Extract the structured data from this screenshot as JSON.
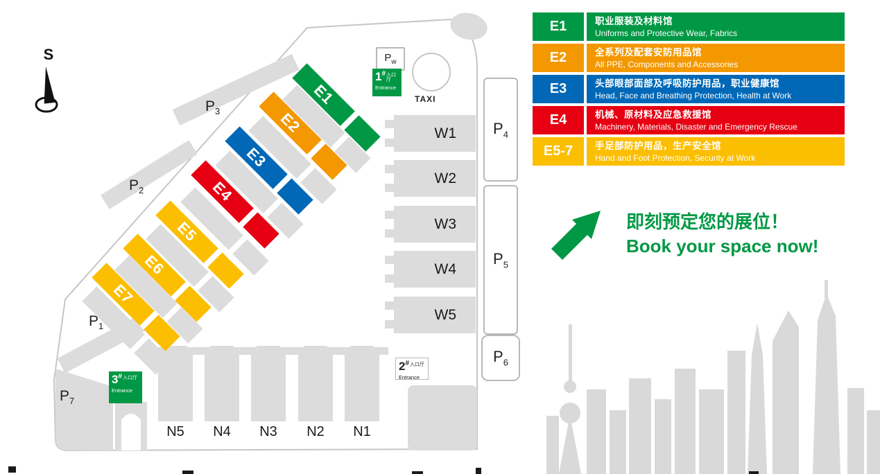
{
  "compass": {
    "label": "S"
  },
  "colors": {
    "green": "#009844",
    "orange": "#f39800",
    "blue": "#0068b7",
    "red": "#e60012",
    "yellow": "#fbbe00",
    "gray": "#dcdcdc"
  },
  "halls_e": [
    {
      "label": "E1",
      "color": "#009844"
    },
    {
      "label": "E2",
      "color": "#f39800"
    },
    {
      "label": "E3",
      "color": "#0068b7"
    },
    {
      "label": "E4",
      "color": "#e60012"
    },
    {
      "label": "E5",
      "color": "#fbbe00"
    },
    {
      "label": "E6",
      "color": "#fbbe00"
    },
    {
      "label": "E7",
      "color": "#fbbe00"
    }
  ],
  "halls_w": [
    {
      "label": "W1"
    },
    {
      "label": "W2"
    },
    {
      "label": "W3"
    },
    {
      "label": "W4"
    },
    {
      "label": "W5"
    }
  ],
  "halls_n": [
    {
      "label": "N5"
    },
    {
      "label": "N4"
    },
    {
      "label": "N3"
    },
    {
      "label": "N2"
    },
    {
      "label": "N1"
    }
  ],
  "parking": {
    "p1": {
      "base": "P",
      "sub": "1"
    },
    "p2": {
      "base": "P",
      "sub": "2"
    },
    "p3": {
      "base": "P",
      "sub": "3"
    },
    "p4": {
      "base": "P",
      "sub": "4"
    },
    "p5": {
      "base": "P",
      "sub": "5"
    },
    "p6": {
      "base": "P",
      "sub": "6"
    },
    "p7": {
      "base": "P",
      "sub": "7"
    },
    "pw": {
      "base": "P",
      "sub": "w"
    }
  },
  "taxi": {
    "label": "TAXI"
  },
  "entrances": [
    {
      "num": "1",
      "hash": "#",
      "label_cn": "入口厅",
      "label_en": "Entrance"
    },
    {
      "num": "2",
      "hash": "#",
      "label_cn": "入口厅",
      "label_en": "Entrance"
    },
    {
      "num": "3",
      "hash": "#",
      "label_cn": "入口厅",
      "label_en": "Entrance"
    }
  ],
  "legend": {
    "rows": [
      {
        "code": "E1",
        "color": "#009844",
        "cn": "职业服装及材料馆",
        "en": "Uniforms and Protective Wear, Fabrics"
      },
      {
        "code": "E2",
        "color": "#f39800",
        "cn": "全系列及配套安防用品馆",
        "en": "All PPE, Components and Accessories"
      },
      {
        "code": "E3",
        "color": "#0068b7",
        "cn": "头部眼部面部及呼吸防护用品，职业健康馆",
        "en": "Head, Face and Breathing Protection, Health at Work"
      },
      {
        "code": "E4",
        "color": "#e60012",
        "cn": "机械、原材料及应急救援馆",
        "en": "Machinery, Materials, Disaster and Emergency Rescue"
      },
      {
        "code": "E5-7",
        "color": "#fbbe00",
        "cn": "手足部防护用品，生产安全馆",
        "en": "Hand and Foot Protection, Security at Work"
      }
    ]
  },
  "promo": {
    "line_cn": "即刻预定您的展位！",
    "line_en": "Book your space now!",
    "color": "#009844"
  }
}
